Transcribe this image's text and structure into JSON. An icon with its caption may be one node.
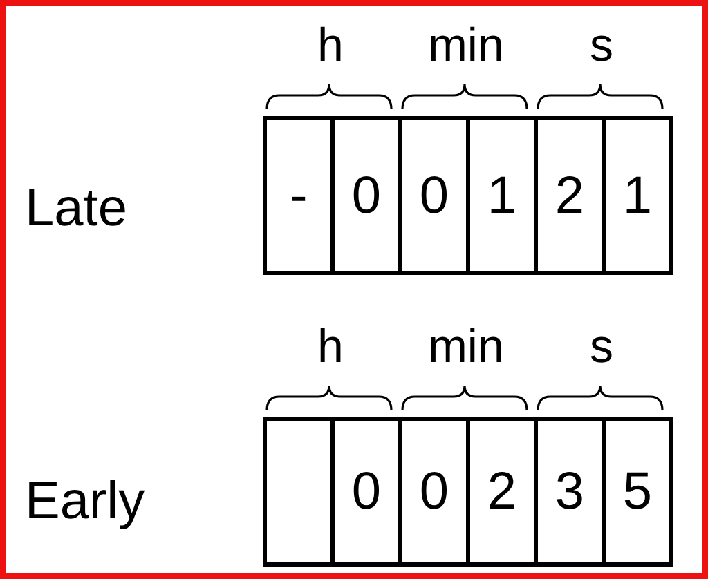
{
  "diagram": {
    "nodes": [
      {
        "text": [
          "-"
        ]
      },
      {
        "text": [
          "0"
        ]
      },
      {
        "text": [
          "0"
        ]
      },
      {
        "text": [
          "1"
        ]
      },
      {
        "text": [
          "2"
        ]
      },
      {
        "text": [
          "1"
        ]
      },
      {
        "text": [],
        "shape": "box"
      },
      {
        "text": [
          "0"
        ]
      },
      {
        "text": [
          "0"
        ]
      },
      {
        "text": [
          "2"
        ]
      },
      {
        "text": [
          "3"
        ]
      },
      {
        "text": [
          "5"
        ]
      }
    ],
    "labels": [
      "h",
      "min",
      "s",
      "Late",
      "h",
      "min",
      "s",
      "Early"
    ]
  }
}
